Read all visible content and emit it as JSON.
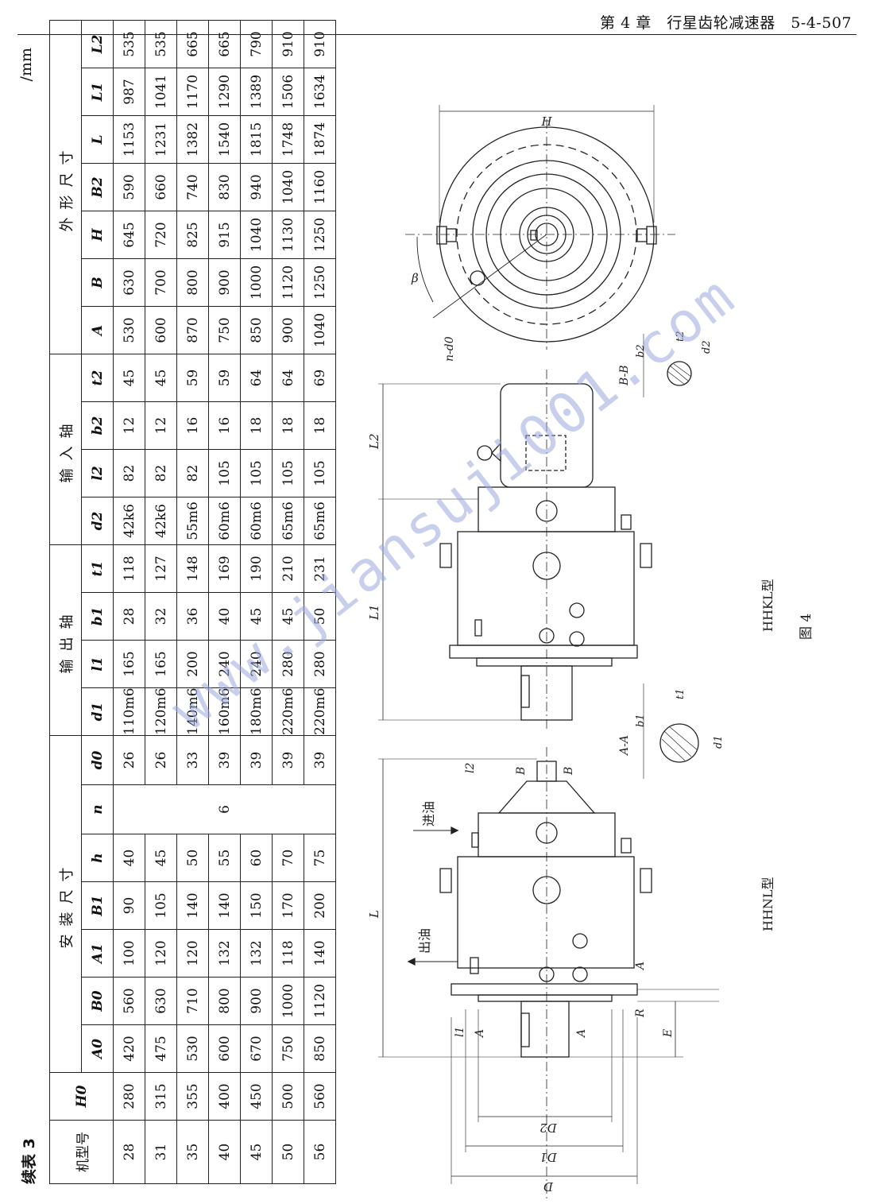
{
  "header": {
    "text": "第 4 章　行星齿轮减速器　5-4-507"
  },
  "table": {
    "label": "续表 3",
    "unit": "/mm",
    "model_header": "机型号",
    "h0_header": "H0",
    "groups": {
      "install": "安装尺寸",
      "output": "输出轴",
      "input": "输入轴",
      "outline": "外形尺寸"
    },
    "columns": [
      "A0",
      "B0",
      "A1",
      "B1",
      "h",
      "n",
      "d0",
      "d1",
      "l1",
      "b1",
      "t1",
      "d2",
      "l2",
      "b2",
      "t2",
      "A",
      "B",
      "H",
      "B2",
      "L",
      "L1",
      "L2"
    ],
    "n_value": "6",
    "rows": [
      {
        "model": "28",
        "h0": "280",
        "a0": "420",
        "b0": "560",
        "a1": "100",
        "b1i": "90",
        "h": "40",
        "d0": "26",
        "d1": "110m6",
        "l1": "165",
        "b1": "28",
        "t1": "118",
        "d2": "42k6",
        "l2": "82",
        "b2": "12",
        "t2": "45",
        "A": "530",
        "B": "630",
        "H": "645",
        "B2": "590",
        "L": "1153",
        "L1": "987",
        "L2": "535"
      },
      {
        "model": "31",
        "h0": "315",
        "a0": "475",
        "b0": "630",
        "a1": "120",
        "b1i": "105",
        "h": "45",
        "d0": "26",
        "d1": "120m6",
        "l1": "165",
        "b1": "32",
        "t1": "127",
        "d2": "42k6",
        "l2": "82",
        "b2": "12",
        "t2": "45",
        "A": "600",
        "B": "700",
        "H": "720",
        "B2": "660",
        "L": "1231",
        "L1": "1041",
        "L2": "535"
      },
      {
        "model": "35",
        "h0": "355",
        "a0": "530",
        "b0": "710",
        "a1": "120",
        "b1i": "140",
        "h": "50",
        "d0": "33",
        "d1": "140m6",
        "l1": "200",
        "b1": "36",
        "t1": "148",
        "d2": "55m6",
        "l2": "82",
        "b2": "16",
        "t2": "59",
        "A": "870",
        "B": "800",
        "H": "825",
        "B2": "740",
        "L": "1382",
        "L1": "1170",
        "L2": "665"
      },
      {
        "model": "40",
        "h0": "400",
        "a0": "600",
        "b0": "800",
        "a1": "132",
        "b1i": "140",
        "h": "55",
        "d0": "39",
        "d1": "160m6",
        "l1": "240",
        "b1": "40",
        "t1": "169",
        "d2": "60m6",
        "l2": "105",
        "b2": "16",
        "t2": "59",
        "A": "750",
        "B": "900",
        "H": "915",
        "B2": "830",
        "L": "1540",
        "L1": "1290",
        "L2": "665"
      },
      {
        "model": "45",
        "h0": "450",
        "a0": "670",
        "b0": "900",
        "a1": "132",
        "b1i": "150",
        "h": "60",
        "d0": "39",
        "d1": "180m6",
        "l1": "240",
        "b1": "45",
        "t1": "190",
        "d2": "60m6",
        "l2": "105",
        "b2": "18",
        "t2": "64",
        "A": "850",
        "B": "1000",
        "H": "1040",
        "B2": "940",
        "L": "1815",
        "L1": "1389",
        "L2": "790"
      },
      {
        "model": "50",
        "h0": "500",
        "a0": "750",
        "b0": "1000",
        "a1": "118",
        "b1i": "170",
        "h": "70",
        "d0": "39",
        "d1": "220m6",
        "l1": "280",
        "b1": "45",
        "t1": "210",
        "d2": "65m6",
        "l2": "105",
        "b2": "18",
        "t2": "64",
        "A": "900",
        "B": "1120",
        "H": "1130",
        "B2": "1040",
        "L": "1748",
        "L1": "1506",
        "L2": "910"
      },
      {
        "model": "56",
        "h0": "560",
        "a0": "850",
        "b0": "1120",
        "a1": "140",
        "b1i": "200",
        "h": "75",
        "d0": "39",
        "d1": "220m6",
        "l1": "280",
        "b1": "50",
        "t1": "231",
        "d2": "65m6",
        "l2": "105",
        "b2": "18",
        "t2": "69",
        "A": "1040",
        "B": "1250",
        "H": "1250",
        "B2": "1160",
        "L": "1874",
        "L1": "1634",
        "L2": "910"
      }
    ]
  },
  "drawing": {
    "label_hhnl": "HHNL型",
    "label_hhkl": "HHKL型",
    "figure_caption": "图 4",
    "label_in_oil": "进油",
    "label_out_oil": "出油",
    "section_aa": "A-A",
    "section_bb": "B-B",
    "dim_L": "L",
    "dim_L1": "L1",
    "dim_L2": "L2",
    "dim_H": "H",
    "dim_D": "D",
    "dim_D1": "D1",
    "dim_D2": "D2",
    "dim_E": "E",
    "dim_R": "R",
    "dim_A": "A",
    "dim_l1": "l1",
    "dim_l2": "l2",
    "dim_t1": "t1",
    "dim_t2": "t2",
    "dim_b1": "b1",
    "dim_b2": "b2",
    "dim_d1": "d1",
    "dim_d2": "d2",
    "dim_beta": "β",
    "dim_nd0": "n-d0",
    "cut_A": "A",
    "cut_B": "B",
    "watermark": "www.jiansuji001.com"
  }
}
